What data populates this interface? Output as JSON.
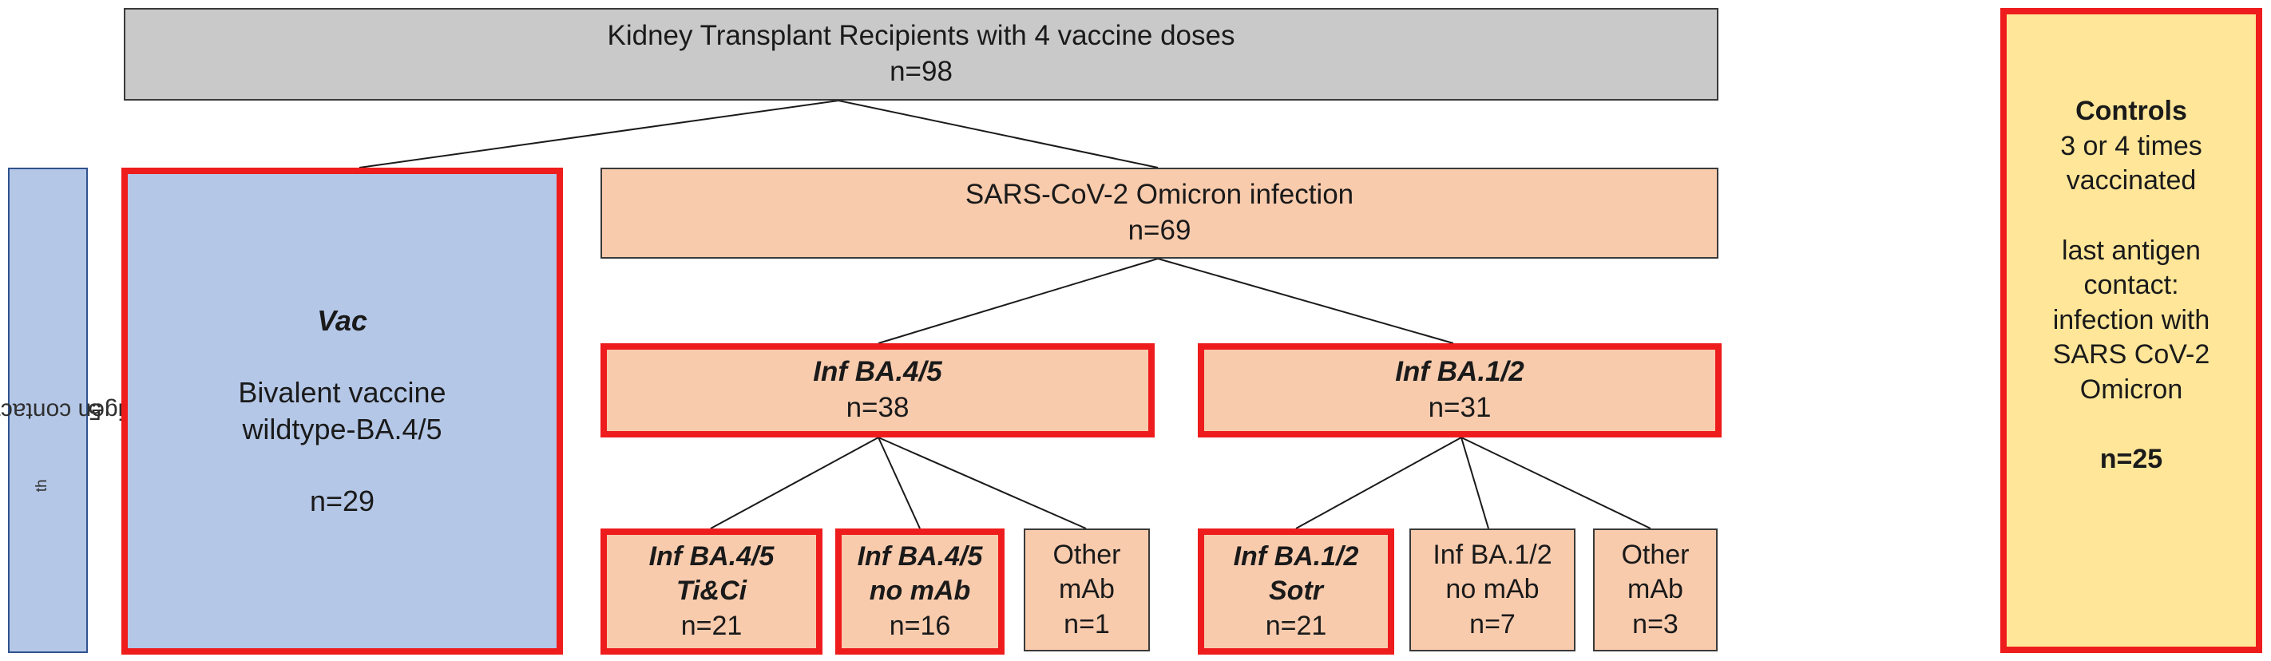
{
  "root": {
    "title": "Kidney Transplant Recipients with 4 vaccine doses",
    "n": "n=98"
  },
  "vac": {
    "name": "Vac",
    "line1": "Bivalent vaccine",
    "line2": "wildtype-BA.4/5",
    "n": "n=29"
  },
  "infection": {
    "title": "SARS-CoV-2 Omicron infection",
    "n": "n=69"
  },
  "inf_ba45": {
    "name": "Inf BA.4/5",
    "n": "n=38"
  },
  "inf_ba12": {
    "name": "Inf BA.1/2",
    "n": "n=31"
  },
  "leaves": {
    "ba45_tici": {
      "line1": "Inf BA.4/5",
      "line2": "Ti&Ci",
      "n": "n=21"
    },
    "ba45_nomab": {
      "line1": "Inf BA.4/5",
      "line2": "no mAb",
      "n": "n=16"
    },
    "ba45_other": {
      "line1": "Other",
      "line2": "mAb",
      "n": "n=1"
    },
    "ba12_sotr": {
      "line1": "Inf BA.1/2",
      "line2": "Sotr",
      "n": "n=21"
    },
    "ba12_nomab": {
      "line1": "Inf BA.1/2",
      "line2": "no mAb",
      "n": "n=7"
    },
    "ba12_other": {
      "line1": "Other",
      "line2": "mAb",
      "n": "n=3"
    }
  },
  "controls": {
    "title": "Controls",
    "line1": "3 or 4 times",
    "line2": "vaccinated",
    "line3": "last antigen",
    "line4": "contact:",
    "line5": "infection with",
    "line6": "SARS CoV-2",
    "line7": "Omicron",
    "n": "n=25"
  },
  "side_label": {
    "ordinal": "5",
    "ordinal_suffix": "th",
    "text": " antigen contact"
  },
  "colors": {
    "gray": "#c9c9c9",
    "peach": "#f8cbad",
    "blue": "#b4c7e7",
    "yellow": "#ffe699",
    "highlight_red": "#ee1c1c"
  }
}
